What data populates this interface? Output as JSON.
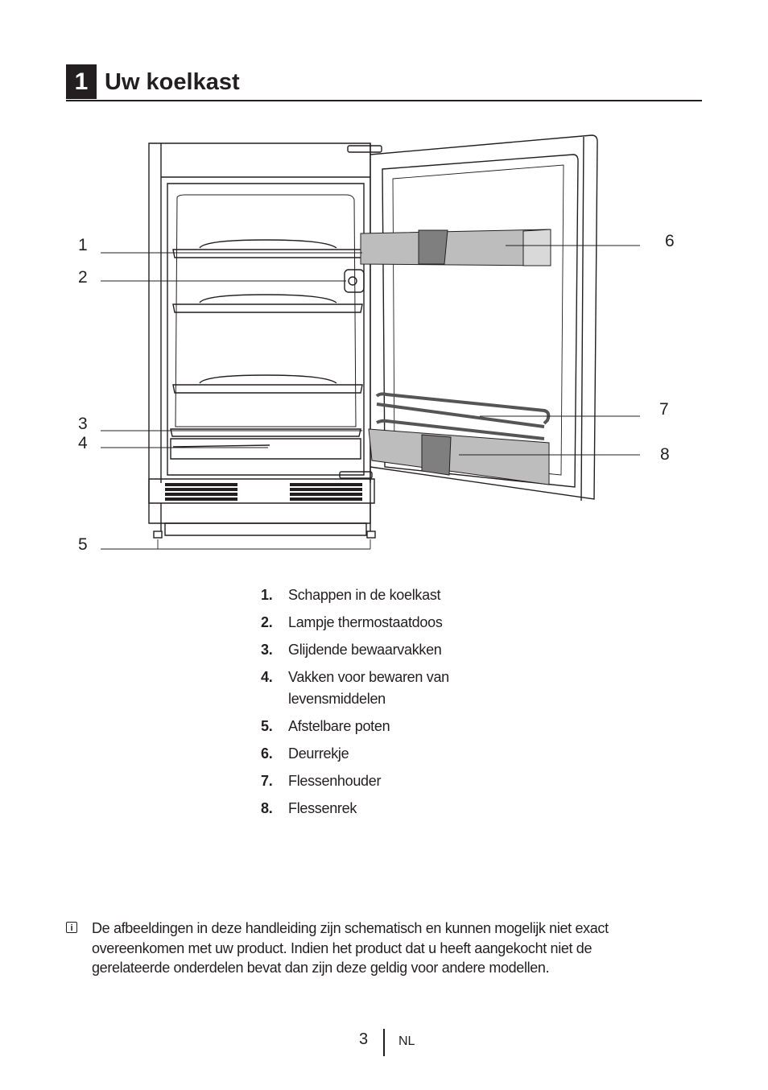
{
  "section": {
    "number": "1",
    "title": "Uw koelkast"
  },
  "callouts": [
    "1",
    "2",
    "3",
    "4",
    "5",
    "6",
    "7",
    "8"
  ],
  "legend": [
    {
      "num": "1.",
      "text": "Schappen in de koelkast"
    },
    {
      "num": "2.",
      "text": "Lampje thermostaatdoos"
    },
    {
      "num": "3.",
      "text": "Glijdende bewaarvakken"
    },
    {
      "num": "4.",
      "text": "Vakken voor bewaren van levensmiddelen"
    },
    {
      "num": "5.",
      "text": "Afstelbare poten"
    },
    {
      "num": "6.",
      "text": "Deurrekje"
    },
    {
      "num": "7.",
      "text": "Flessenhouder"
    },
    {
      "num": "8.",
      "text": "Flessenrek"
    }
  ],
  "note": {
    "icon": "info-icon",
    "text": "De afbeeldingen in deze handleiding zijn schematisch en kunnen mogelijk niet exact overeenkomen met uw product. Indien het product dat u heeft aangekocht niet de gerelateerde onderdelen bevat dan zijn deze geldig voor andere modellen."
  },
  "footer": {
    "page": "3",
    "language": "NL"
  }
}
